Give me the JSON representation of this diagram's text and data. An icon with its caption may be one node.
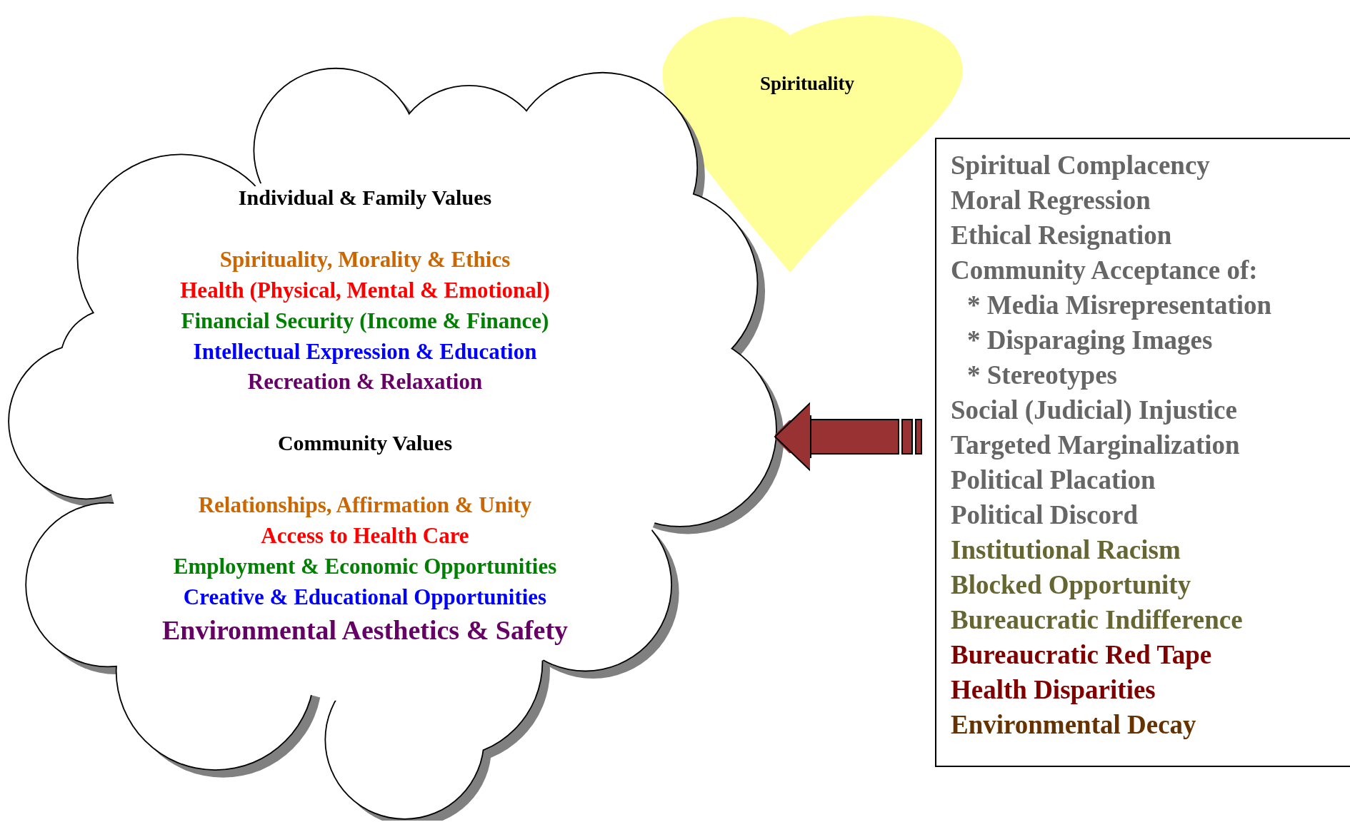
{
  "diagram": {
    "nodes": [
      {
        "text": [
          "Individual & Family Values",
          "Spirituality, Morality & Ethics",
          "Health (Physical, Mental & Emotional)",
          "Financial Security (Income & Finance)",
          "Intellectual Expression & Education",
          "Recreation & Relaxation",
          "Community Values",
          "Relationships, Affirmation & Unity",
          "Access to Health Care",
          "Employment & Economic Opportunities",
          "Creative & Educational Opportunities",
          "Environmental Aesthetics & Safety"
        ]
      },
      {
        "text": [
          "Spirituality"
        ]
      },
      {
        "text": [
          "Spiritual Complacency",
          "Moral Regression",
          "Ethical Resignation",
          "Community Acceptance of:",
          "* Media Misrepresentation",
          "* Disparaging Images",
          "* Stereotypes",
          "Social (Judicial) Injustice",
          "Targeted Marginalization",
          "Political Placation",
          "Political Discord",
          "Institutional Racism",
          "Blocked Opportunity",
          "Bureaucratic Indifference",
          "Bureaucratic Red Tape",
          "Health Disparities",
          "Environmental Decay"
        ]
      }
    ],
    "edges": [
      {
        "from": 2,
        "to": 0,
        "arrow": "to",
        "color": "#993333"
      }
    ]
  }
}
